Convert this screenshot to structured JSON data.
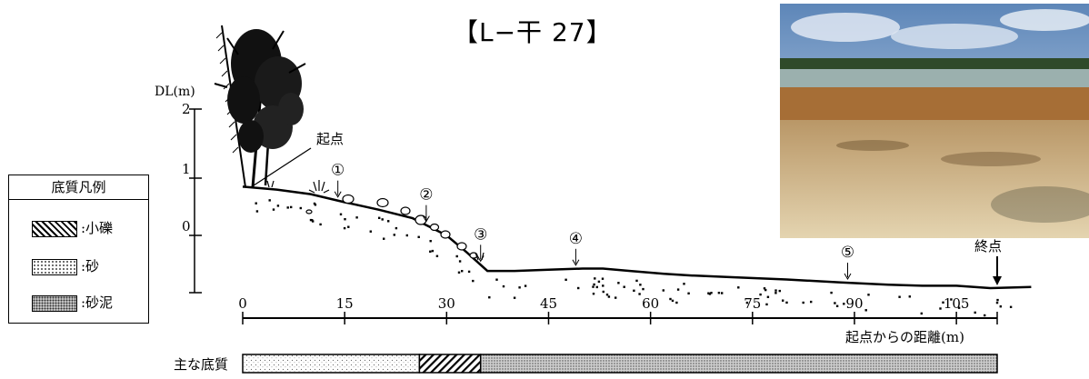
{
  "title": "【L−干 27】",
  "axis": {
    "ylabel": "DL(m)",
    "yticks": [
      "2",
      "1",
      "0"
    ],
    "xticks": [
      "0",
      "15",
      "30",
      "45",
      "60",
      "75",
      "90",
      "105"
    ],
    "xlabel": "起点からの距離(m)"
  },
  "markers": {
    "start": "起点",
    "end": "終点",
    "points": [
      "①",
      "②",
      "③",
      "④",
      "⑤"
    ]
  },
  "legend": {
    "title": "底質凡例",
    "items": [
      {
        "label": ":小礫",
        "pattern": "gravel"
      },
      {
        "label": ":砂",
        "pattern": "sand"
      },
      {
        "label": ":砂泥",
        "pattern": "sandy-mud"
      }
    ]
  },
  "substrate": {
    "label": "主な底質",
    "segments": [
      {
        "pattern": "sand",
        "from_m": 0,
        "to_m": 26
      },
      {
        "pattern": "gravel",
        "from_m": 26,
        "to_m": 35
      },
      {
        "pattern": "sandy-mud",
        "from_m": 35,
        "to_m": 111
      }
    ]
  },
  "chart_data": {
    "type": "line",
    "xlabel": "起点からの距離(m)",
    "ylabel": "DL(m)",
    "xlim": [
      0,
      111
    ],
    "ylim": [
      -1,
      2
    ],
    "series": [
      {
        "x": [
          0,
          5,
          10,
          15,
          20,
          25,
          30,
          33,
          36,
          40,
          45,
          50,
          53,
          57,
          62,
          66,
          72,
          80,
          88,
          95,
          100,
          105,
          110,
          116
        ],
        "y": [
          0.85,
          0.8,
          0.72,
          0.58,
          0.45,
          0.3,
          0.0,
          -0.3,
          -0.62,
          -0.62,
          -0.6,
          -0.58,
          -0.58,
          -0.62,
          -0.67,
          -0.7,
          -0.73,
          -0.77,
          -0.82,
          -0.86,
          -0.88,
          -0.88,
          -0.92,
          -0.9
        ]
      }
    ],
    "point_positions_m": {
      "start": 0,
      "p1": 14,
      "p2": 27,
      "p3": 35,
      "p4": 49,
      "p5": 89,
      "end": 111
    }
  }
}
